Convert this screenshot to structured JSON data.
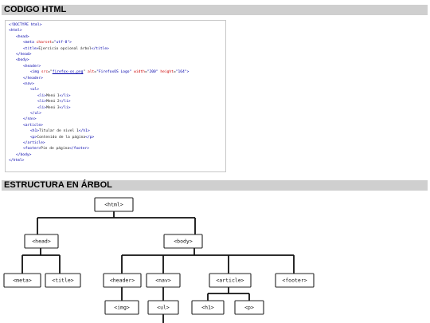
{
  "sections": {
    "code_title": "CODIGO HTML",
    "tree_title": "ESTRUCTURA EN ÁRBOL"
  },
  "code": {
    "lines": [
      {
        "indent": 0,
        "parts": [
          {
            "t": "<!DOCTYPE html>",
            "c": "tag"
          }
        ]
      },
      {
        "indent": 0,
        "parts": [
          {
            "t": "<html>",
            "c": "tag"
          }
        ]
      },
      {
        "indent": 1,
        "parts": [
          {
            "t": "<head>",
            "c": "tag"
          }
        ]
      },
      {
        "indent": 2,
        "parts": [
          {
            "t": "<meta ",
            "c": "tag"
          },
          {
            "t": "charset",
            "c": "attr"
          },
          {
            "t": "=",
            "c": ""
          },
          {
            "t": "\"utf-8\"",
            "c": "val"
          },
          {
            "t": ">",
            "c": "tag"
          }
        ]
      },
      {
        "indent": 2,
        "parts": [
          {
            "t": "<title>",
            "c": "tag"
          },
          {
            "t": "Ejercicio opcional árbol",
            "c": ""
          },
          {
            "t": "</title>",
            "c": "tag"
          }
        ]
      },
      {
        "indent": 1,
        "parts": [
          {
            "t": "</head>",
            "c": "tag"
          }
        ]
      },
      {
        "indent": 1,
        "parts": [
          {
            "t": "<body>",
            "c": "tag"
          }
        ]
      },
      {
        "indent": 2,
        "parts": [
          {
            "t": "<header>",
            "c": "tag"
          }
        ]
      },
      {
        "indent": 3,
        "parts": [
          {
            "t": "<img ",
            "c": "tag"
          },
          {
            "t": "src",
            "c": "attr"
          },
          {
            "t": "=\"",
            "c": ""
          },
          {
            "t": "firefox-os.png",
            "c": "link"
          },
          {
            "t": "\" ",
            "c": ""
          },
          {
            "t": "alt",
            "c": "attr"
          },
          {
            "t": "=",
            "c": ""
          },
          {
            "t": "\"FirefoxOS Logo\"",
            "c": "val"
          },
          {
            "t": " width",
            "c": "attr"
          },
          {
            "t": "=",
            "c": ""
          },
          {
            "t": "\"200\"",
            "c": "val"
          },
          {
            "t": " height",
            "c": "attr"
          },
          {
            "t": "=",
            "c": ""
          },
          {
            "t": "\"164\"",
            "c": "val"
          },
          {
            "t": ">",
            "c": "tag"
          }
        ]
      },
      {
        "indent": 2,
        "parts": [
          {
            "t": "</header>",
            "c": "tag"
          }
        ]
      },
      {
        "indent": 2,
        "parts": [
          {
            "t": "<nav>",
            "c": "tag"
          }
        ]
      },
      {
        "indent": 3,
        "parts": [
          {
            "t": "<ul>",
            "c": "tag"
          }
        ]
      },
      {
        "indent": 4,
        "parts": [
          {
            "t": "<li>",
            "c": "tag"
          },
          {
            "t": "Menú 1",
            "c": ""
          },
          {
            "t": "</li>",
            "c": "tag"
          }
        ]
      },
      {
        "indent": 4,
        "parts": [
          {
            "t": "<li>",
            "c": "tag"
          },
          {
            "t": "Menú 2",
            "c": ""
          },
          {
            "t": "</li>",
            "c": "tag"
          }
        ]
      },
      {
        "indent": 4,
        "parts": [
          {
            "t": "<li>",
            "c": "tag"
          },
          {
            "t": "Menú 3",
            "c": ""
          },
          {
            "t": "</li>",
            "c": "tag"
          }
        ]
      },
      {
        "indent": 3,
        "parts": [
          {
            "t": "</ul>",
            "c": "tag"
          }
        ]
      },
      {
        "indent": 2,
        "parts": [
          {
            "t": "</nav>",
            "c": "tag"
          }
        ]
      },
      {
        "indent": 2,
        "parts": [
          {
            "t": "<article>",
            "c": "tag"
          }
        ]
      },
      {
        "indent": 3,
        "parts": [
          {
            "t": "<h1>",
            "c": "tag"
          },
          {
            "t": "Titular de nivel 1",
            "c": ""
          },
          {
            "t": "</h1>",
            "c": "tag"
          }
        ]
      },
      {
        "indent": 3,
        "parts": [
          {
            "t": "<p>",
            "c": "tag"
          },
          {
            "t": "Contenido de la página",
            "c": ""
          },
          {
            "t": "</p>",
            "c": "tag"
          }
        ]
      },
      {
        "indent": 2,
        "parts": [
          {
            "t": "</article>",
            "c": "tag"
          }
        ]
      },
      {
        "indent": 2,
        "parts": [
          {
            "t": "<footer>",
            "c": "tag"
          },
          {
            "t": "Pie de página",
            "c": ""
          },
          {
            "t": "</footer>",
            "c": "tag"
          }
        ]
      },
      {
        "indent": 1,
        "parts": [
          {
            "t": "</body>",
            "c": "tag"
          }
        ]
      },
      {
        "indent": 0,
        "parts": [
          {
            "t": "</html>",
            "c": "tag"
          }
        ]
      }
    ]
  },
  "tree": {
    "nodes": {
      "html": "<html>",
      "head": "<head>",
      "body": "<body>",
      "meta": "<meta>",
      "title": "<title>",
      "header": "<header>",
      "nav": "<nav>",
      "article": "<article>",
      "footer": "<footer>",
      "img": "<img>",
      "ul": "<ul>",
      "h1": "<h1>",
      "p": "<p>"
    }
  }
}
